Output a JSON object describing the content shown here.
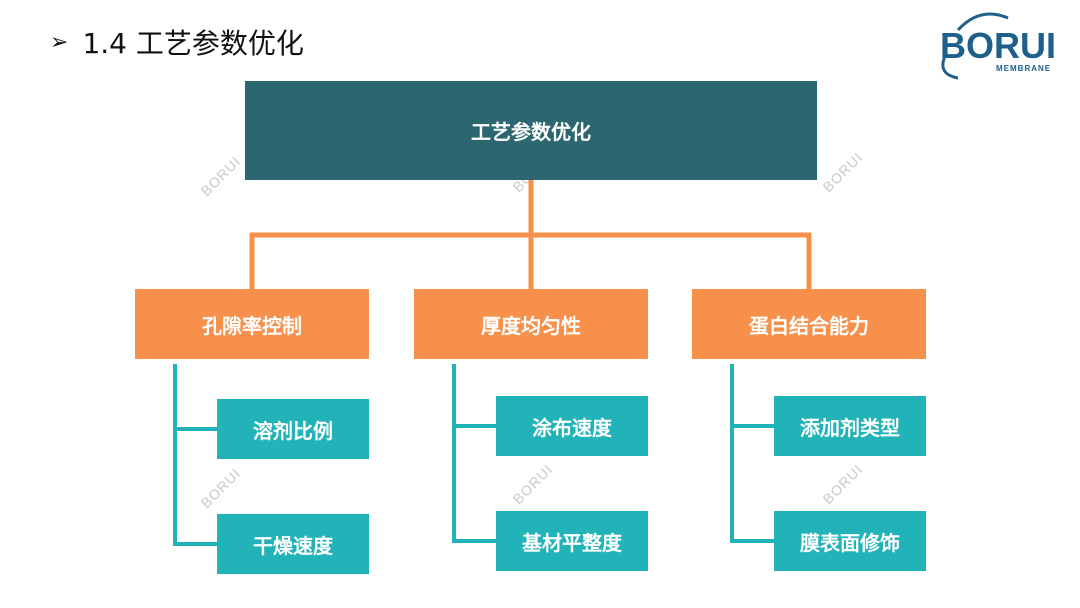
{
  "slide": {
    "bullet_symbol": "➢",
    "heading": "1.4 工艺参数优化"
  },
  "logo": {
    "word": "BORUI",
    "sub": "MEMBRANE",
    "accent_color": "#1f5f8b"
  },
  "watermark": "BORUI",
  "diagram": {
    "root": "工艺参数优化",
    "categories": [
      {
        "label": "孔隙率控制",
        "children": [
          "溶剂比例",
          "干燥速度"
        ]
      },
      {
        "label": "厚度均匀性",
        "children": [
          "涂布速度",
          "基材平整度"
        ]
      },
      {
        "label": "蛋白结合能力",
        "children": [
          "添加剂类型",
          "膜表面修饰"
        ]
      }
    ],
    "colors": {
      "root_fill": "#2c6670",
      "category_fill": "#f6904a",
      "leaf_fill": "#22b3b8",
      "orange_connector": "#f6904a",
      "teal_connector": "#22b3b8"
    }
  }
}
